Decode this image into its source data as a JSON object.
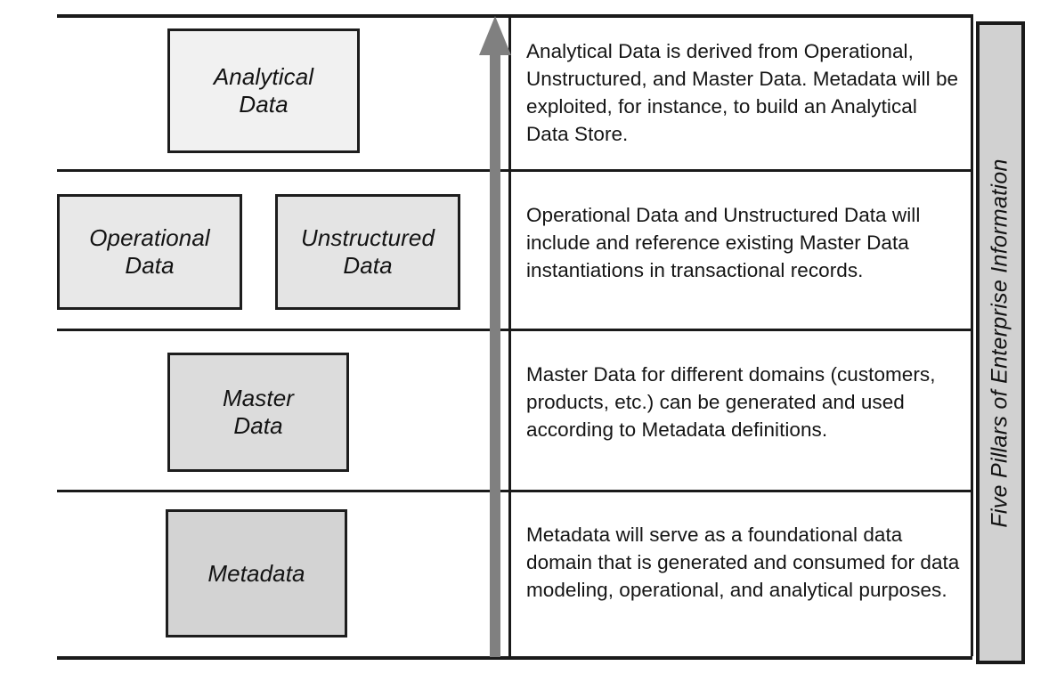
{
  "diagram": {
    "title": "Five Pillars of Enterprise Information",
    "sidebar_label": "Five Pillars of Enterprise Information",
    "arrow": {
      "icon": "up-arrow-icon",
      "direction": "up",
      "color": "#808080"
    },
    "colors": {
      "frame": "#1a1a1a",
      "arrow": "#808080",
      "box_analytical": "#f1f1f1",
      "box_operational": "#e8e8e8",
      "box_unstructured": "#e4e4e4",
      "box_master": "#dcdcdc",
      "box_metadata": "#d3d3d3",
      "sidebar": "#d1d1d1",
      "text": "#131313"
    },
    "rows": [
      {
        "id": "analytical",
        "boxes": [
          {
            "id": "analytical-data",
            "line1": "Analytical",
            "line2": "Data"
          }
        ],
        "description": "Analytical Data is derived from Operational, Unstructured, and Master Data. Metadata will be exploited, for instance, to build an Analytical Data Store."
      },
      {
        "id": "operational-unstructured",
        "boxes": [
          {
            "id": "operational-data",
            "line1": "Operational",
            "line2": "Data"
          },
          {
            "id": "unstructured-data",
            "line1": "Unstructured",
            "line2": "Data"
          }
        ],
        "description": "Operational Data and Unstructured Data will include and reference existing Master Data instantiations in transactional records."
      },
      {
        "id": "master",
        "boxes": [
          {
            "id": "master-data",
            "line1": "Master",
            "line2": "Data"
          }
        ],
        "description": "Master Data for different domains (customers, products, etc.) can be generated and used according to Metadata definitions."
      },
      {
        "id": "metadata",
        "boxes": [
          {
            "id": "metadata",
            "line1": "Metadata",
            "line2": ""
          }
        ],
        "description": "Metadata will serve as a foundational data domain that is generated and consumed for data modeling, operational, and analytical purposes."
      }
    ]
  }
}
